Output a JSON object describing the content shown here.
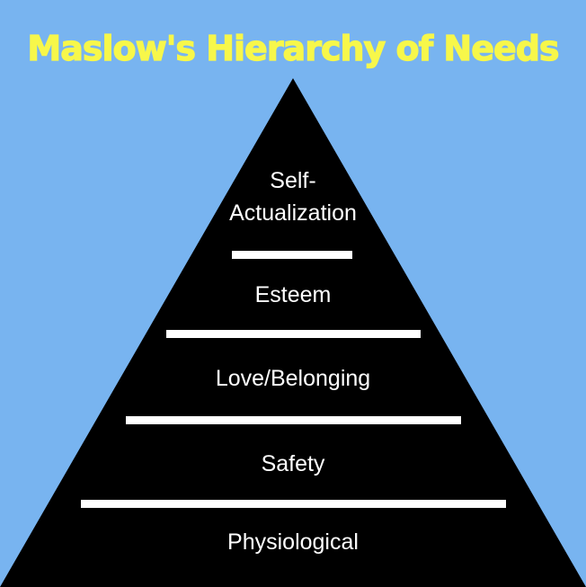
{
  "title": "Maslow's Hierarchy of Needs",
  "levels": [
    {
      "line1": "Self-",
      "line2": "Actualization"
    },
    {
      "label": "Esteem"
    },
    {
      "label": "Love/Belonging"
    },
    {
      "label": "Safety"
    },
    {
      "label": "Physiological"
    }
  ],
  "colors": {
    "background": "#78b4f0",
    "title": "#f7f74a",
    "pyramid": "#000000",
    "separator": "#ffffff",
    "label": "#ffffff"
  }
}
